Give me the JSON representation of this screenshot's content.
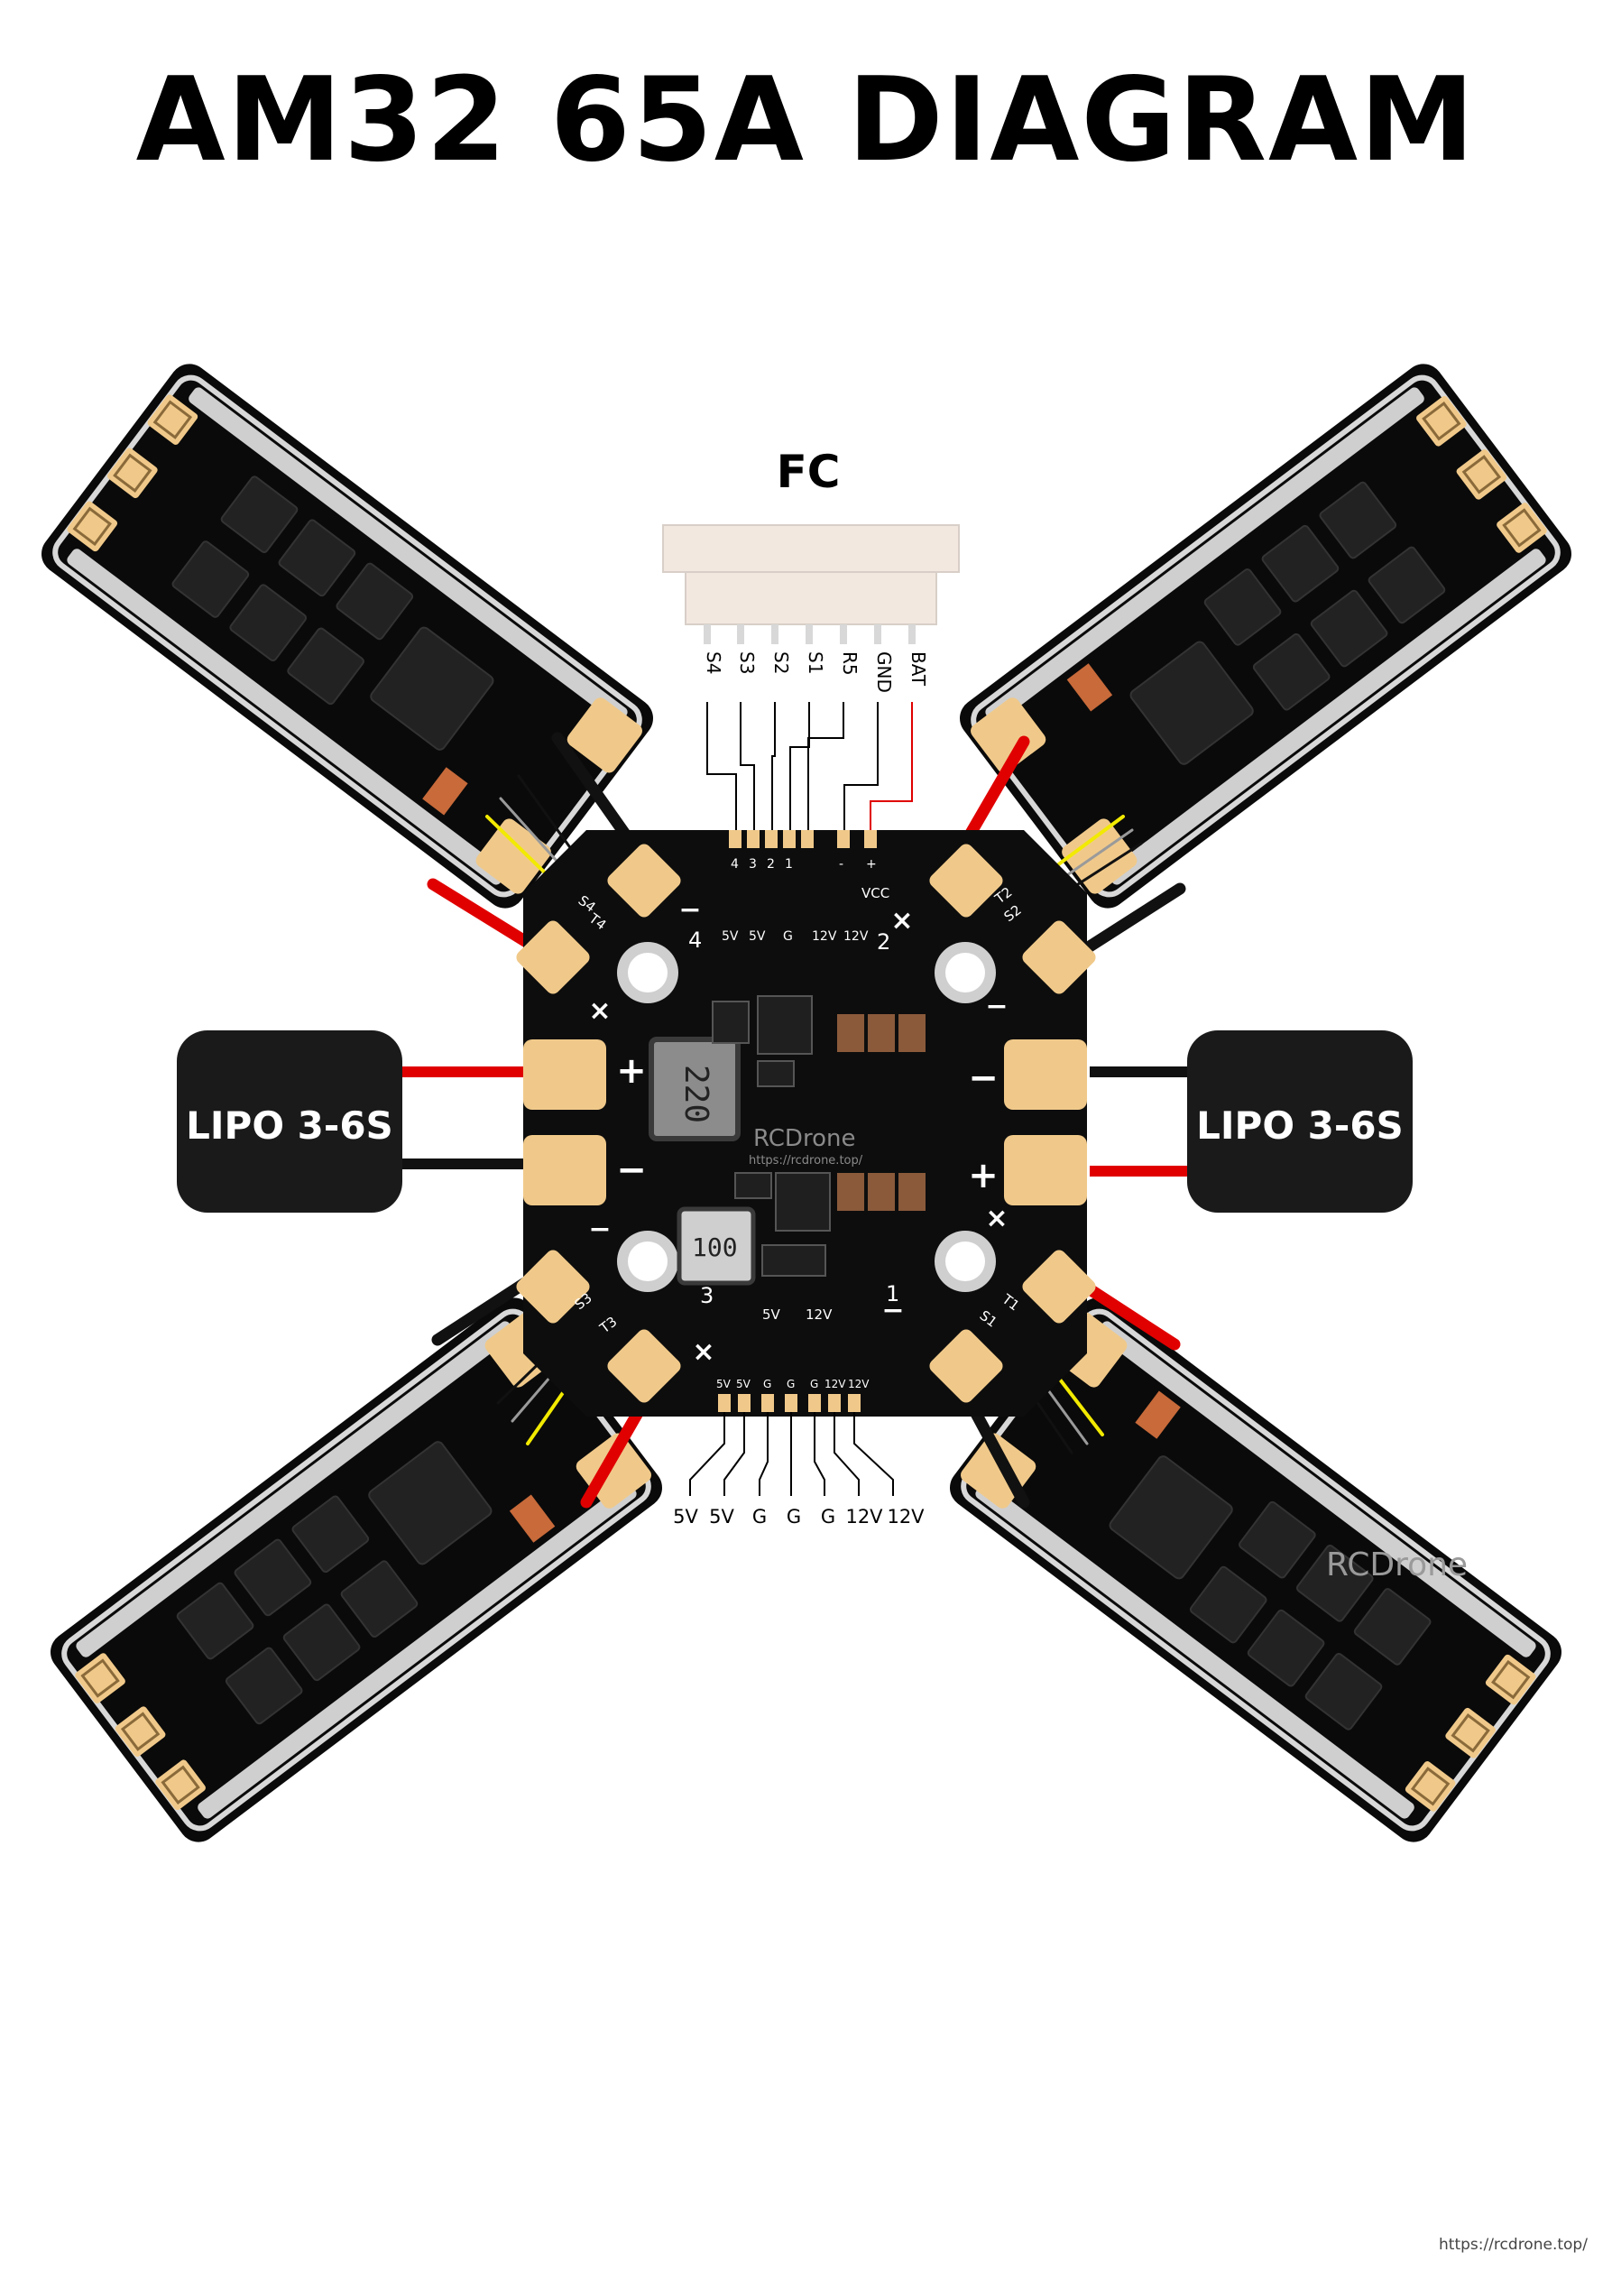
{
  "title": "AM32 65A DIAGRAM",
  "fc": {
    "label": "FC",
    "pins": [
      "S4",
      "S3",
      "S2",
      "S1",
      "R5",
      "GND",
      "BAT"
    ]
  },
  "board": {
    "top_pad_labels": [
      "4",
      "3",
      "2",
      "1",
      "-",
      "+"
    ],
    "vcc_label": "VCC",
    "rail_labels": [
      "5V",
      "5V",
      "G",
      "12V",
      "12V"
    ],
    "inductor_top": "220",
    "inductor_bottom": "100",
    "motor_numbers": [
      "4",
      "2",
      "3",
      "1"
    ],
    "bottom_pad_labels": [
      "5V",
      "5V",
      "G",
      "G",
      "G",
      "12V",
      "12V"
    ],
    "mid_labels": [
      "5V",
      "12V"
    ],
    "silk_logo": "RCDrone",
    "silk_url": "https://rcdrone.top/"
  },
  "esc_pad_labels": {
    "top_left": [
      "S4",
      "T4"
    ],
    "top_right": [
      "S2",
      "T2"
    ],
    "bottom_left": [
      "S3",
      "T3"
    ],
    "bottom_right": [
      "S1",
      "T1"
    ]
  },
  "pad_signs": {
    "plus": "+",
    "minus": "−",
    "cross": "×"
  },
  "battery_left": {
    "label": "LIPO 3-6S"
  },
  "battery_right": {
    "label": "LIPO 3-6S"
  },
  "bottom_header": {
    "pins": [
      "5V",
      "5V",
      "G",
      "G",
      "G",
      "12V",
      "12V"
    ]
  },
  "watermark": "RCDrone",
  "footer_url": "https://rcdrone.top/",
  "colors": {
    "board": "#0d0d0d",
    "pad": "#f0c98a",
    "wire_red": "#e00000",
    "wire_black": "#111111",
    "wire_yellow": "#f2ea00",
    "wire_gray": "#9a9a9a",
    "battery": "#1a1a1a",
    "connector": "#f3e8e0"
  }
}
